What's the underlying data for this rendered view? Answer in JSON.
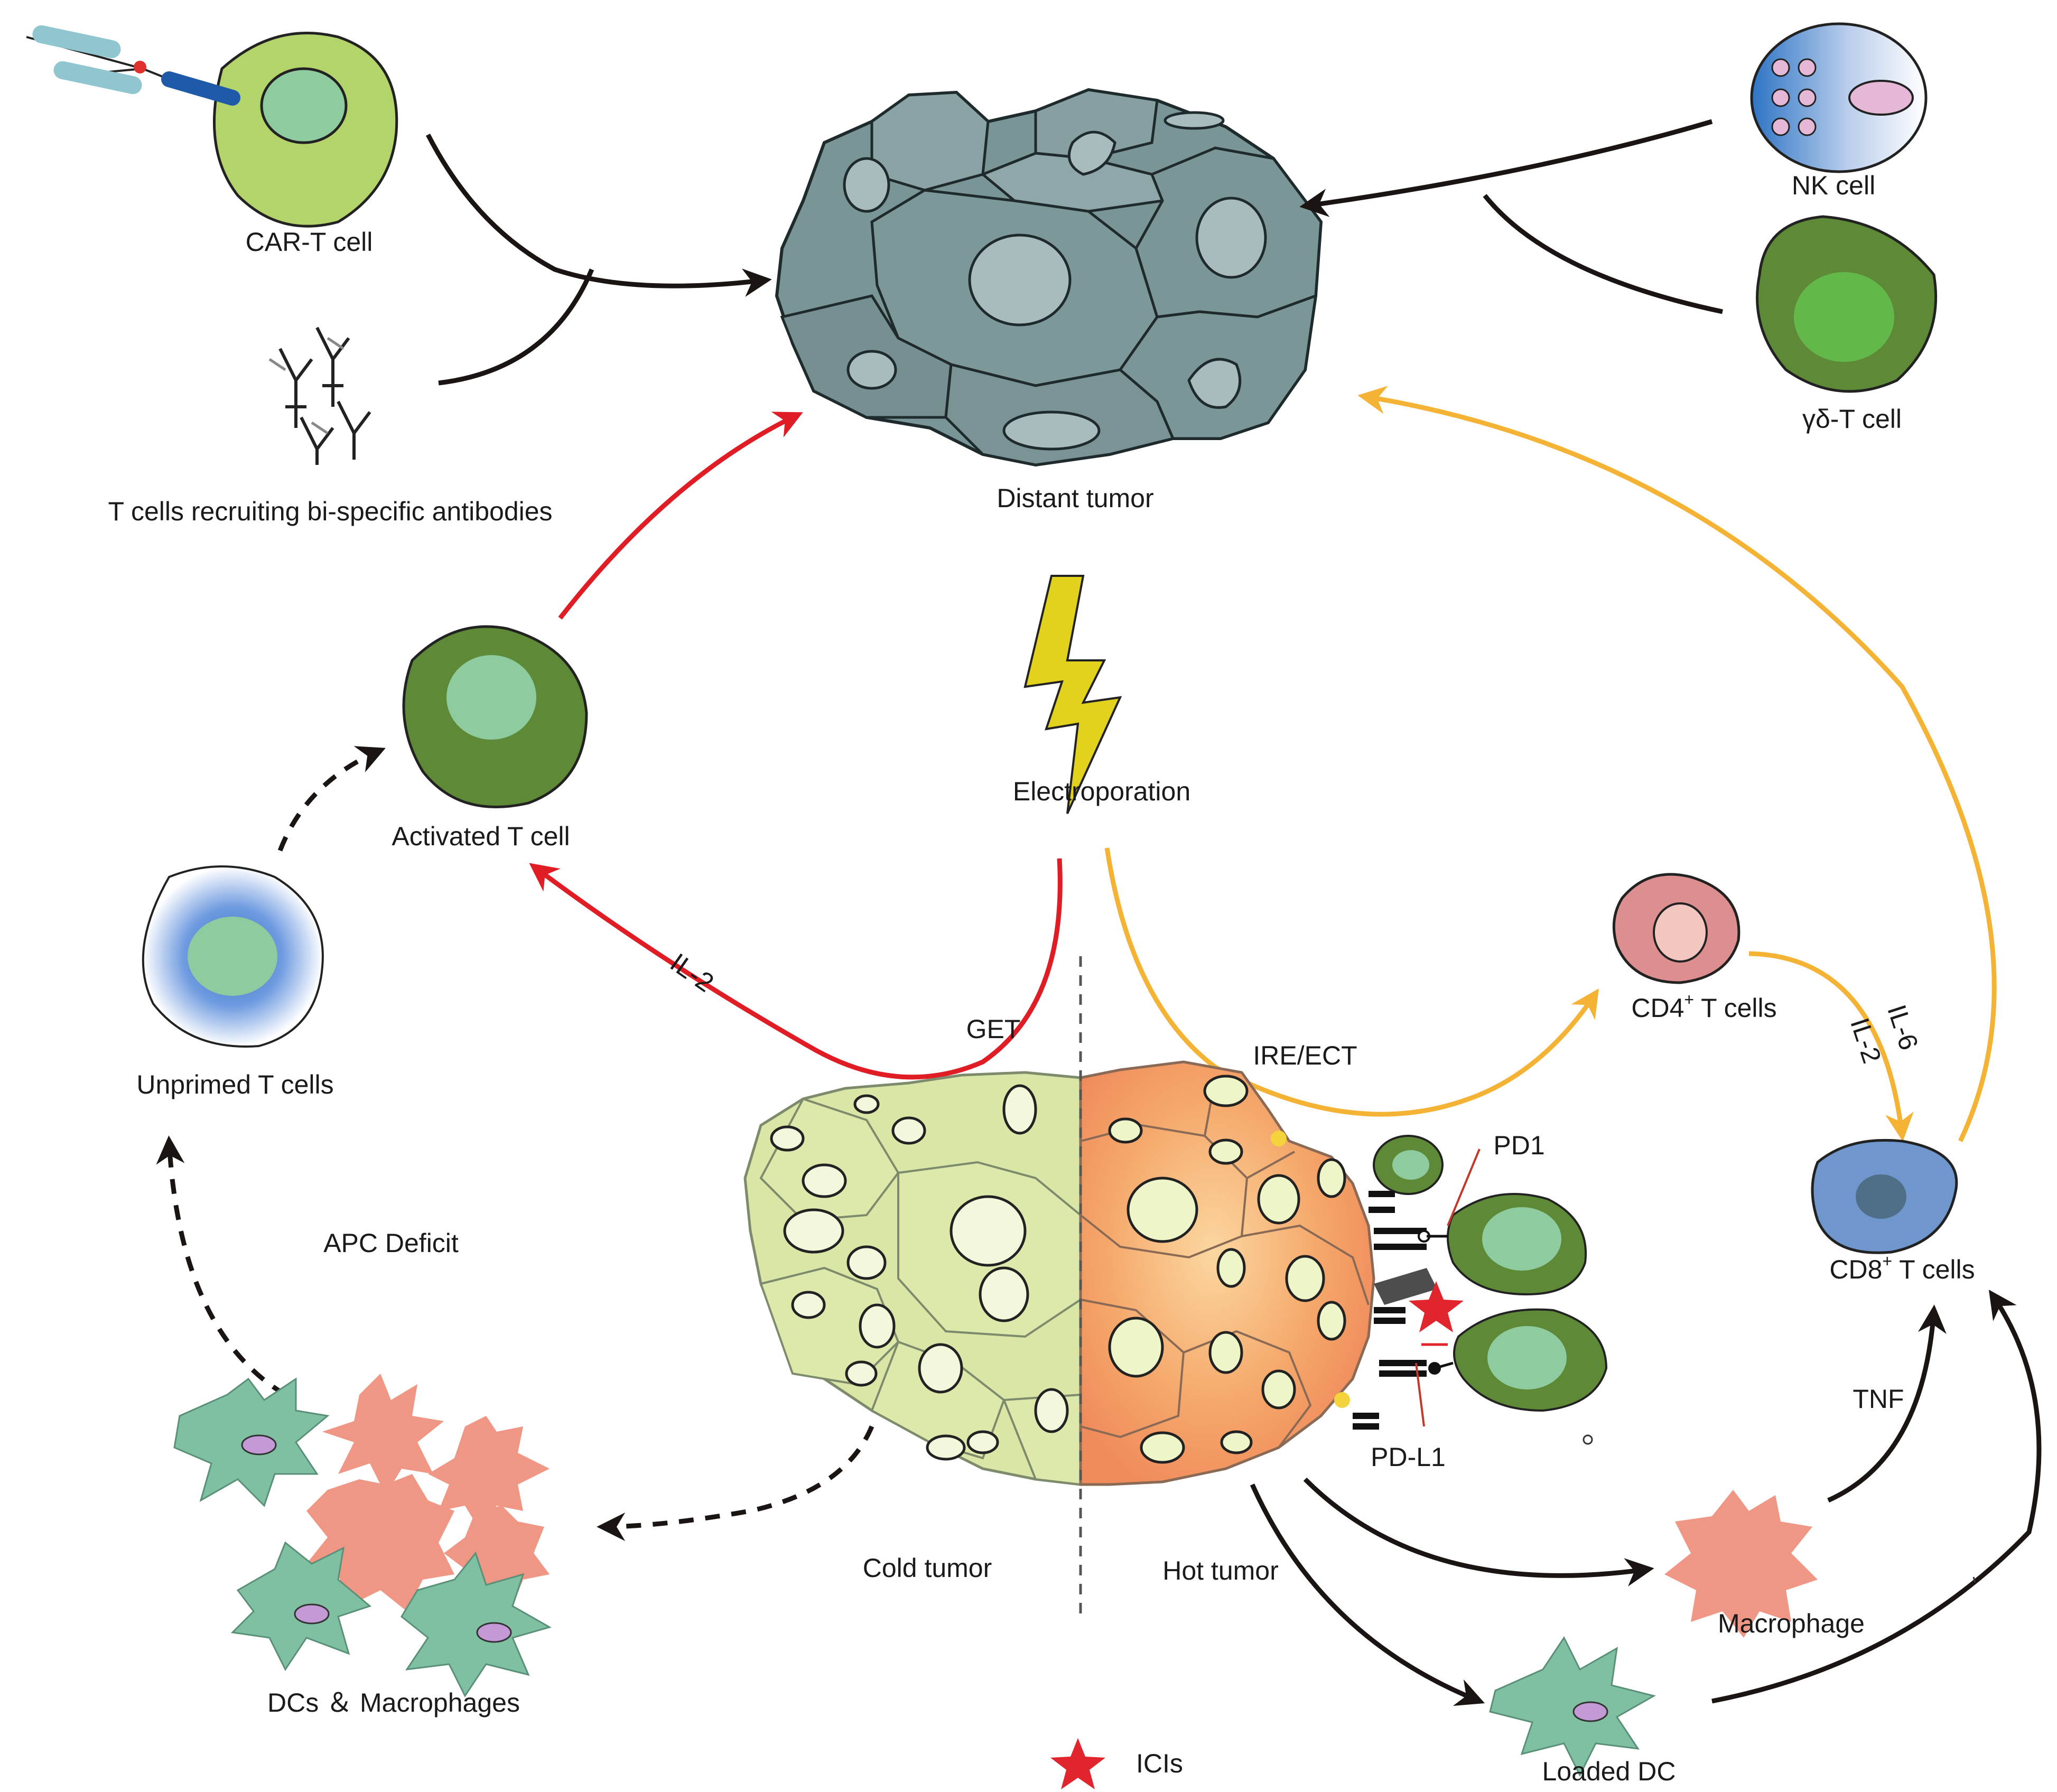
{
  "labels": {
    "car_t": "CAR-T cell",
    "bispecific": "T cells recruiting bi-specific antibodies",
    "distant_tumor": "Distant tumor",
    "nk": "NK cell",
    "gd_t": "γδ-T cell",
    "electroporation": "Electroporation",
    "activated_t": "Activated T cell",
    "unprimed_t": "Unprimed T cells",
    "apc_deficit": "APC Deficit",
    "get": "GET",
    "il2": "IL-2",
    "ire_ect": "IRE/ECT",
    "cd4_prefix": "CD4",
    "cd4_suffix": " T cells",
    "cd8_prefix": "CD8",
    "cd8_suffix": " T cells",
    "plus": "+",
    "il6": "IL-6",
    "il2b": "IL-2",
    "pd1": "PD1",
    "pdl1": "PD-L1",
    "cold_tumor": "Cold tumor",
    "hot_tumor": "Hot tumor",
    "dcs_macrophages": "DCs ＆ Macrophages",
    "tnf": "TNF",
    "macrophage": "Macrophage",
    "loaded_dc": "Loaded DC",
    "icis": "ICIs"
  },
  "colors": {
    "black_arrow": "#1a1512",
    "red_arrow": "#e01d25",
    "yellow_arrow": "#f5b335",
    "tumor_gray": "#7a9596",
    "dark_green": "#5e8a37",
    "light_green_nucleus": "#8ecb9f",
    "cold_tumor": "#d9e6a6",
    "hot_tumor": "#f5a86b",
    "dc_teal": "#7fbfa2",
    "macrophage_salmon": "#ef9684",
    "cd4_pink": "#dd8f90",
    "cd8_blue": "#6f96cd",
    "lightning": "#e2d11d",
    "ici_star": "#e0252d"
  }
}
